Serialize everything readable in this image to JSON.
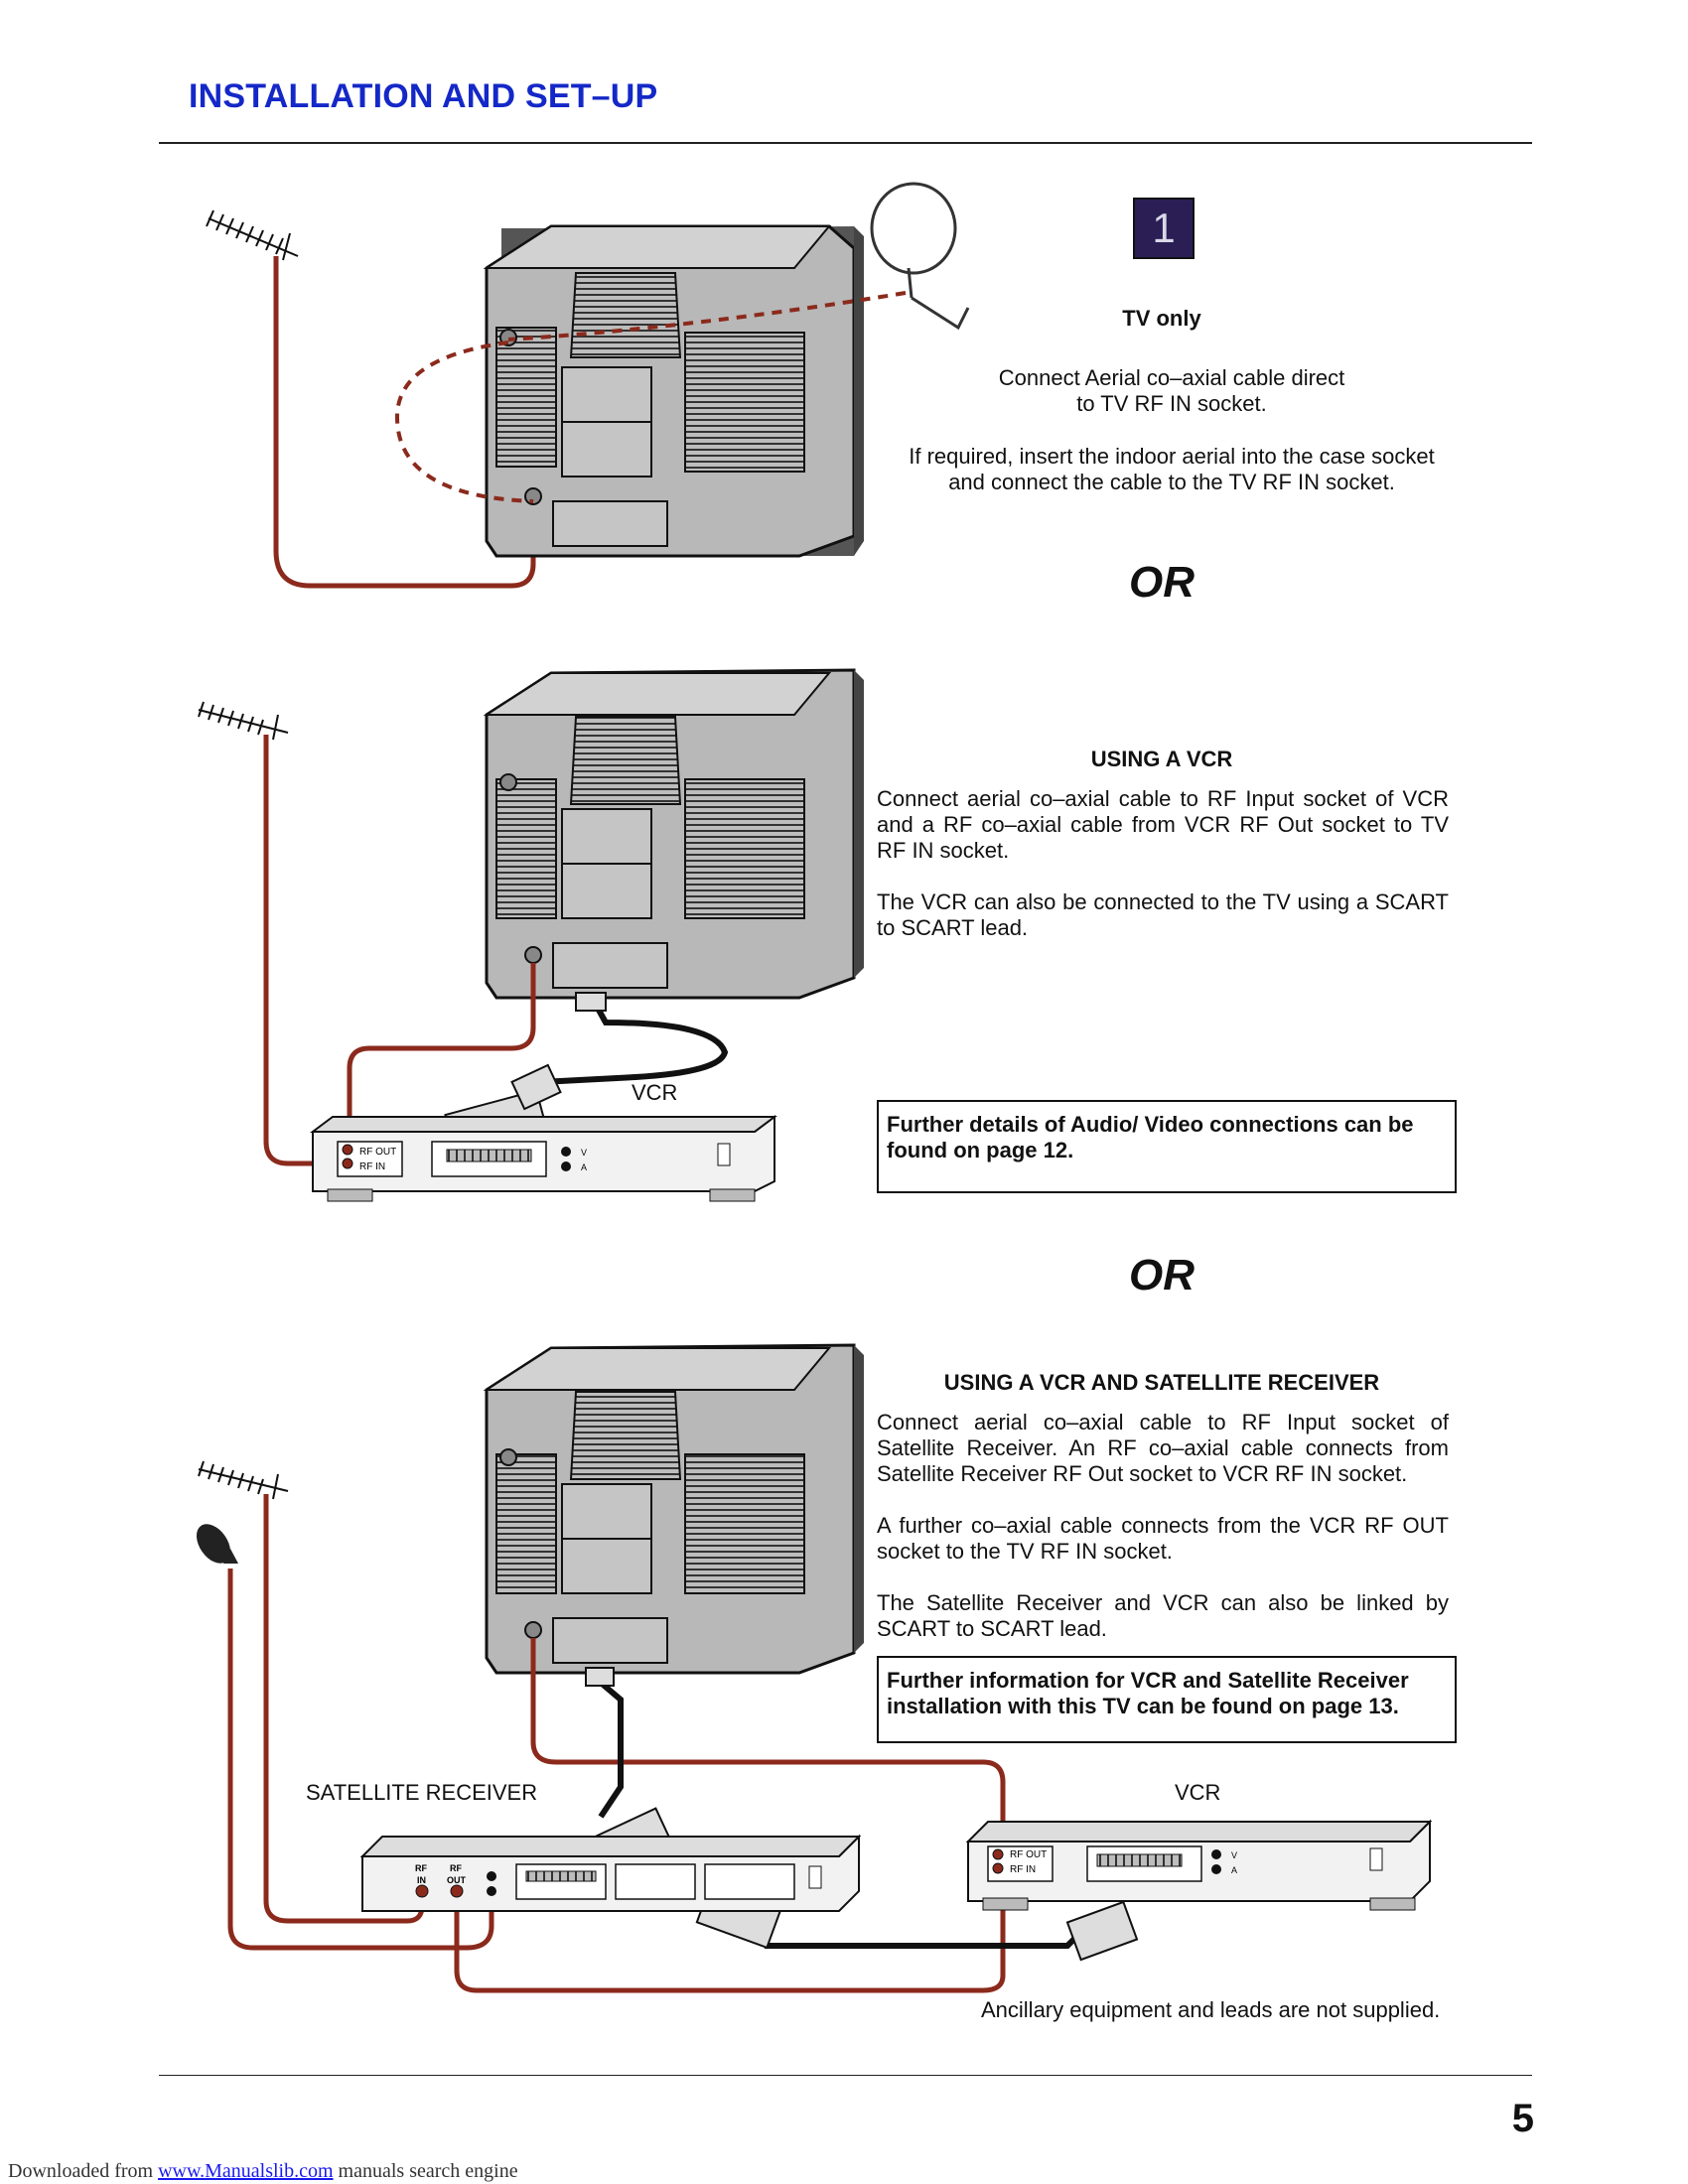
{
  "header": {
    "title": "INSTALLATION AND SET–UP"
  },
  "section1": {
    "step_number": "1",
    "heading": "TV only",
    "para1": "Connect Aerial co–axial cable direct\nto TV RF IN socket.",
    "para2": "If required, insert the indoor aerial into the case socket\nand connect the cable to the TV RF IN socket."
  },
  "or_label": "OR",
  "section2": {
    "heading": "USING A VCR",
    "para1": "Connect aerial co–axial cable to RF Input socket of VCR and a RF co–axial cable from VCR RF Out socket to TV RF IN socket.",
    "para2": "The VCR can also be connected to the TV using a SCART to SCART lead.",
    "note": "Further details of Audio/ Video connections can be found on page 12.",
    "vcr_label": "VCR"
  },
  "section3": {
    "heading": "USING A VCR AND SATELLITE RECEIVER",
    "para1": "Connect aerial co–axial cable to RF Input socket of Satellite Receiver. An RF co–axial cable connects from Satellite Receiver RF Out socket to VCR RF IN socket.",
    "para2": "A further co–axial cable connects from the VCR RF OUT socket to the TV RF IN socket.",
    "para3": "The Satellite Receiver and VCR can also be linked by SCART to SCART lead.",
    "note": "Further information for VCR and Satellite Receiver installation with this TV can be found on page 13.",
    "sat_label": "SATELLITE RECEIVER",
    "vcr_label": "VCR"
  },
  "device_labels": {
    "rf_out": "RF OUT",
    "rf_in": "RF IN",
    "rf": "RF",
    "in": "IN",
    "out": "OUT",
    "v": "V",
    "a": "A"
  },
  "disclaimer": "Ancillary equipment and leads are not supplied.",
  "page_number": "5",
  "footer": {
    "prefix": "Downloaded from ",
    "link": "www.Manualslib.com",
    "suffix": "  manuals search engine"
  },
  "colors": {
    "accent_blue": "#1428c8",
    "cable_red": "#8b2a1c",
    "badge_bg": "#2b1e55",
    "tv_grey": "#c8c8c8"
  }
}
